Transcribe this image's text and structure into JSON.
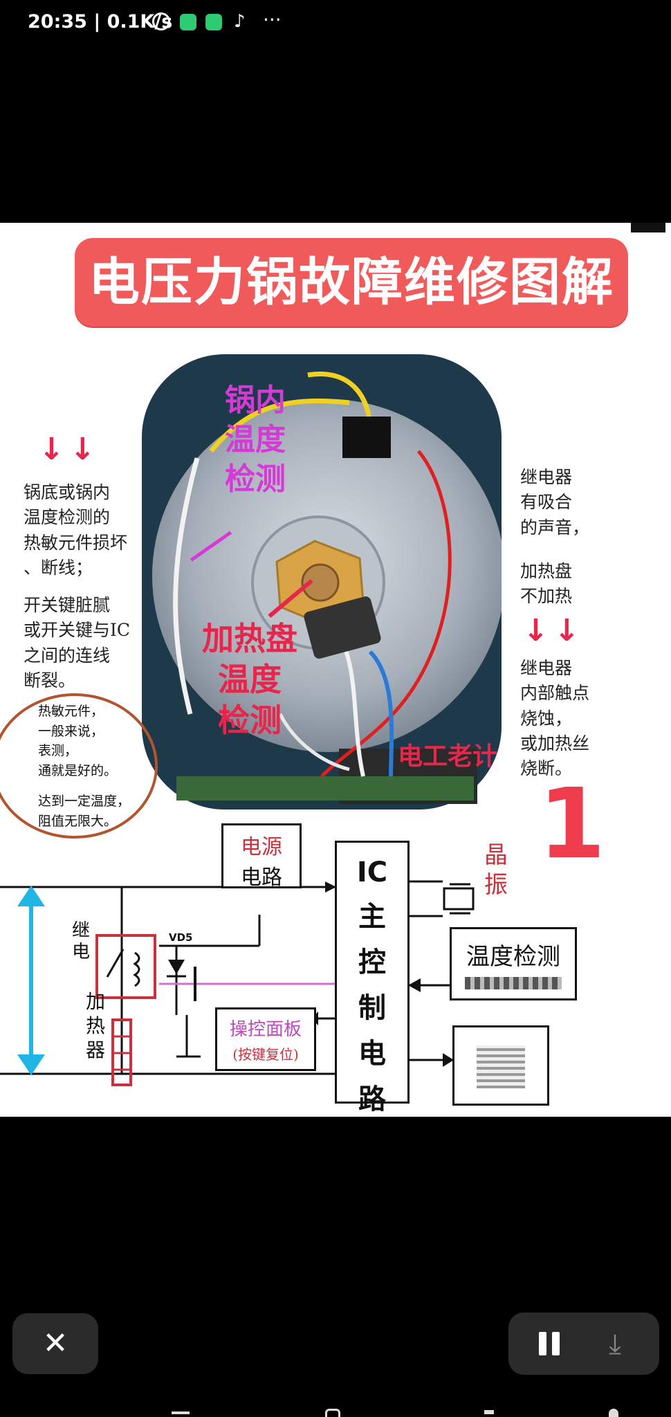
{
  "status_bar": {
    "time_speed": "20:35 | 0.1K/s",
    "more": "···",
    "icons": [
      "alarm-icon",
      "chat-icon",
      "wechat-icon",
      "tiktok-icon"
    ]
  },
  "article": {
    "title": "电压力锅故障维修图解",
    "left_arrows": "↓↓",
    "left_note_1": "锅底或锅内\n温度检测的\n热敏元件损坏\n、断线；",
    "left_note_2": "开关键脏腻\n或开关键与IC\n之间的连线\n断裂。",
    "oval_note_1": "热敏元件，\n一般来说，\n表测，\n通就是好的。",
    "oval_note_2": "达到一定温度，\n阻值无限大。",
    "right_note_1": "继电器\n有吸合\n的声音，",
    "right_note_2": "加热盘\n不加热",
    "right_arrows": "↓↓",
    "right_note_3": "继电器\n内部触点\n烧蚀，\n或加热丝\n烧断。",
    "label_pot_temp": "锅内\n温度\n检测",
    "label_disc_temp": "加热盘\n温度\n检测",
    "watermark": "电工老计",
    "big_number": "1"
  },
  "diagram": {
    "power_box": [
      "电源",
      "电路"
    ],
    "ic_box": [
      "IC",
      "主",
      "控",
      "制",
      "电",
      "路"
    ],
    "crystal": [
      "晶",
      "振"
    ],
    "temp_box": "温度检测",
    "panel_box": [
      "操控面板",
      "(按键复位)"
    ],
    "relay_label": [
      "继",
      "电"
    ],
    "heater_label": [
      "加",
      "热",
      "器"
    ],
    "diode_label": "VD5"
  },
  "colors": {
    "title_bg": "#f05a5a",
    "magenta": "#d63ad6",
    "red": "#e8254a",
    "cyan_arrow": "#1fb6e6",
    "relay_red": "#c8323c"
  }
}
